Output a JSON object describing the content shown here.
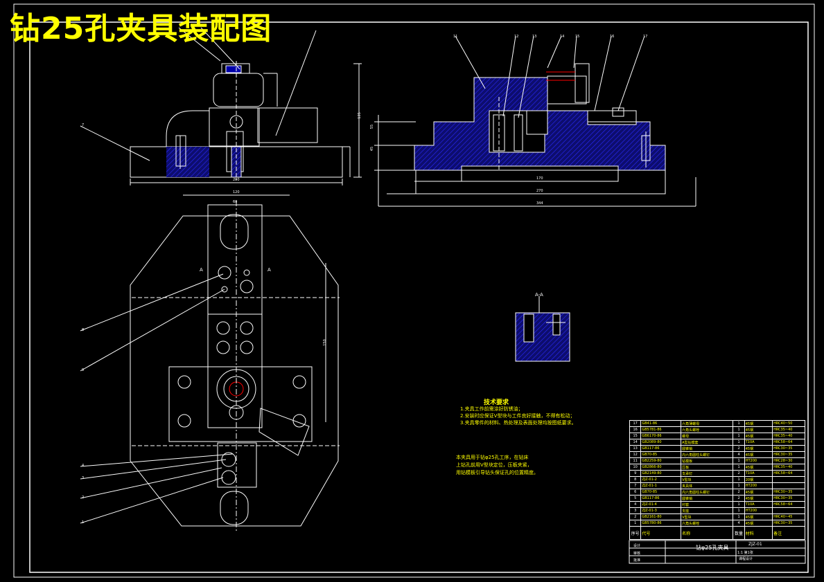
{
  "title": "钻25孔夹具装配图",
  "callouts": {
    "front": [
      "7"
    ],
    "right": [
      "11",
      "12",
      "13",
      "14",
      "15",
      "16",
      "17"
    ],
    "top": [
      "8",
      "9",
      "4",
      "3",
      "2",
      "1"
    ]
  },
  "dimensions": {
    "front_width": "280",
    "front_height": "135",
    "right_inner": "170",
    "right_mid": "270",
    "right_total": "344",
    "right_h1": "55",
    "right_h2": "45",
    "top_w1": "120",
    "top_w2": "60",
    "top_len": "150"
  },
  "section_label": "A-A",
  "section_marks": [
    "A",
    "A"
  ],
  "tech_requirements": {
    "title": "技术要求",
    "items": [
      "1.夹具工作前需涂好防锈油；",
      "2.安装时应保证V型块与工件良好接触，不得有松动；",
      "3.夹具零件的材料、热处理及表面处理均按图纸要求。"
    ]
  },
  "note": [
    "本夹具用于钻φ25孔工序，在钻床",
    "上钻孔前用V型块定位，压板夹紧，",
    "用钻模板引导钻头保证孔的位置精度。"
  ],
  "bom": {
    "rows": [
      [
        "17",
        "GB41-86",
        "六角薄螺母",
        "1",
        "45钢",
        "HRC40~50"
      ],
      [
        "16",
        "GB5781-86",
        "六角头螺栓",
        "1",
        "45钢",
        "HRC35~40"
      ],
      [
        "15",
        "GB6170-86",
        "螺母",
        "1",
        "45钢",
        "HRC35~40"
      ],
      [
        "14",
        "GB2089-80",
        "A型钻模套",
        "1",
        "T10A",
        "HRC58~64"
      ],
      [
        "13",
        "GB117-86",
        "圆锥销",
        "2",
        "45钢",
        "HRC30~35"
      ],
      [
        "12",
        "GB70-85",
        "内六角圆柱头螺钉",
        "4",
        "45钢",
        "HRC30~35"
      ],
      [
        "11",
        "GB2259-80",
        "钻模板",
        "1",
        "HT200",
        "HRC28~30"
      ],
      [
        "10",
        "GB2866-80",
        "压板",
        "1",
        "45钢",
        "HRC35~40"
      ],
      [
        "9",
        "GB2149-80",
        "支承钉",
        "2",
        "T10A",
        "HRC58~64"
      ],
      [
        "8",
        "ZJZ-01-2",
        "V型块",
        "1",
        "20钢",
        ""
      ],
      [
        "7",
        "ZJZ-01-1",
        "夹具体",
        "1",
        "HT200",
        ""
      ],
      [
        "6",
        "GB70-85",
        "内六角圆柱头螺钉",
        "2",
        "45钢",
        "HRC30~35"
      ],
      [
        "5",
        "GB117-86",
        "圆锥销",
        "2",
        "45钢",
        "HRC30~35"
      ],
      [
        "4",
        "ZJZ-01-4",
        "衬套",
        "1",
        "T10A",
        "HRC58~64"
      ],
      [
        "3",
        "ZJZ-01-3",
        "支座",
        "1",
        "HT200",
        ""
      ],
      [
        "2",
        "GB2161-80",
        "V型块",
        "1",
        "45钢",
        "HRC40~45"
      ],
      [
        "1",
        "GB5780-86",
        "六角头螺栓",
        "4",
        "45钢",
        "HRC30~35"
      ]
    ],
    "header": [
      "序号",
      "代号",
      "名称",
      "数量",
      "材料",
      "备注"
    ]
  },
  "title_block": {
    "part_name": "钻φ25孔夹具",
    "drawing_no": "ZJZ-01",
    "scale_text": "1:1",
    "sheet": "第1张",
    "school": "课程设计",
    "designer_label": "设计",
    "check_label": "审核",
    "approve_label": "批准"
  },
  "colors": {
    "background": "#000000",
    "frame": "#ffffff",
    "part_outline": "#ffffff",
    "hatch": "#0000ff",
    "dimension": "#ffffff",
    "text_highlight": "#ffff00",
    "accent": "#00ffff",
    "red": "#ff0000"
  }
}
